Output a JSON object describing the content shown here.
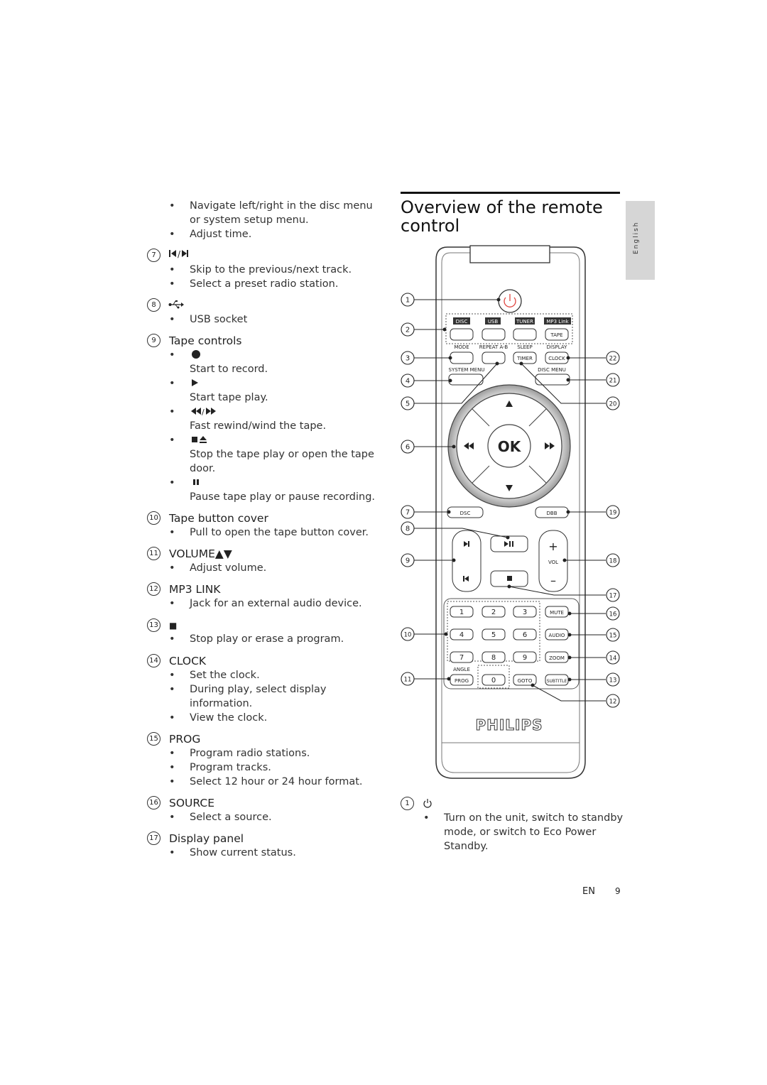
{
  "page": {
    "title_line1": "Overview of the remote",
    "title_line2": "control",
    "side_tab": "English",
    "footer_lang": "EN",
    "footer_page": "9"
  },
  "left": {
    "intro": [
      "Navigate left/right in the disc menu",
      "or system setup menu.",
      "Adjust time."
    ],
    "items": {
      "i7": {
        "num": "7",
        "bullets": [
          "Skip to the previous/next track.",
          "Select a preset radio station."
        ]
      },
      "i8": {
        "num": "8",
        "bullets": [
          "USB socket"
        ]
      },
      "i9": {
        "num": "9",
        "title": "Tape controls",
        "sub": [
          "Start to record.",
          "Start tape play.",
          "Fast rewind/wind the tape.",
          "Stop the tape play or open the tape",
          "door.",
          "Pause tape play or pause recording."
        ]
      },
      "i10": {
        "num": "10",
        "title": "Tape button cover",
        "bullets": [
          "Pull to open the tape button cover."
        ]
      },
      "i11": {
        "num": "11",
        "title": "VOLUME▲▼",
        "bullets": [
          "Adjust volume."
        ]
      },
      "i12": {
        "num": "12",
        "title": "MP3 LINK",
        "bullets": [
          "Jack for an external audio device."
        ]
      },
      "i13": {
        "num": "13",
        "title": "■",
        "bullets": [
          "Stop play or erase a program."
        ]
      },
      "i14": {
        "num": "14",
        "title": "CLOCK",
        "bullets": [
          "Set the clock.",
          "During play, select display",
          "information.",
          "View the clock."
        ]
      },
      "i15": {
        "num": "15",
        "title": "PROG",
        "bullets": [
          "Program radio stations.",
          "Program tracks.",
          "Select 12 hour or 24 hour format."
        ]
      },
      "i16": {
        "num": "16",
        "title": "SOURCE",
        "bullets": [
          "Select a source."
        ]
      },
      "i17": {
        "num": "17",
        "title": "Display panel",
        "bullets": [
          "Show current status."
        ]
      }
    }
  },
  "right": {
    "item1": {
      "num": "1",
      "bullets": [
        "Turn on the unit, switch to standby",
        "mode, or switch to Eco Power",
        "Standby."
      ]
    }
  },
  "remote": {
    "source_labels": [
      "DISC",
      "USB",
      "TUNER",
      "MP3 Link"
    ],
    "tape_label": "TAPE",
    "row_labels": [
      "MODE",
      "REPEAT A-B",
      "SLEEP",
      "DISPLAY"
    ],
    "timer_label": "TIMER",
    "clock_label": "CLOCK",
    "system_menu": "SYSTEM MENU",
    "disc_menu": "DISC MENU",
    "ok_label": "OK",
    "dsc_label": "DSC",
    "dbb_label": "DBB",
    "vol_label": "VOL",
    "digits": [
      "1",
      "2",
      "3",
      "4",
      "5",
      "6",
      "7",
      "8",
      "9",
      "0"
    ],
    "mute_label": "MUTE",
    "audio_label": "AUDIO",
    "zoom_label": "ZOOM",
    "angle_label": "ANGLE",
    "prog_label": "PROG",
    "goto_label": "GOTO",
    "subtitle_label": "SUBTITLE",
    "brand": "PHILIPS",
    "callouts_left": [
      "1",
      "2",
      "3",
      "4",
      "5",
      "6",
      "7",
      "8",
      "9",
      "10",
      "11"
    ],
    "callouts_right": [
      "22",
      "21",
      "20",
      "19",
      "18",
      "17",
      "16",
      "15",
      "14",
      "13",
      "12"
    ]
  }
}
